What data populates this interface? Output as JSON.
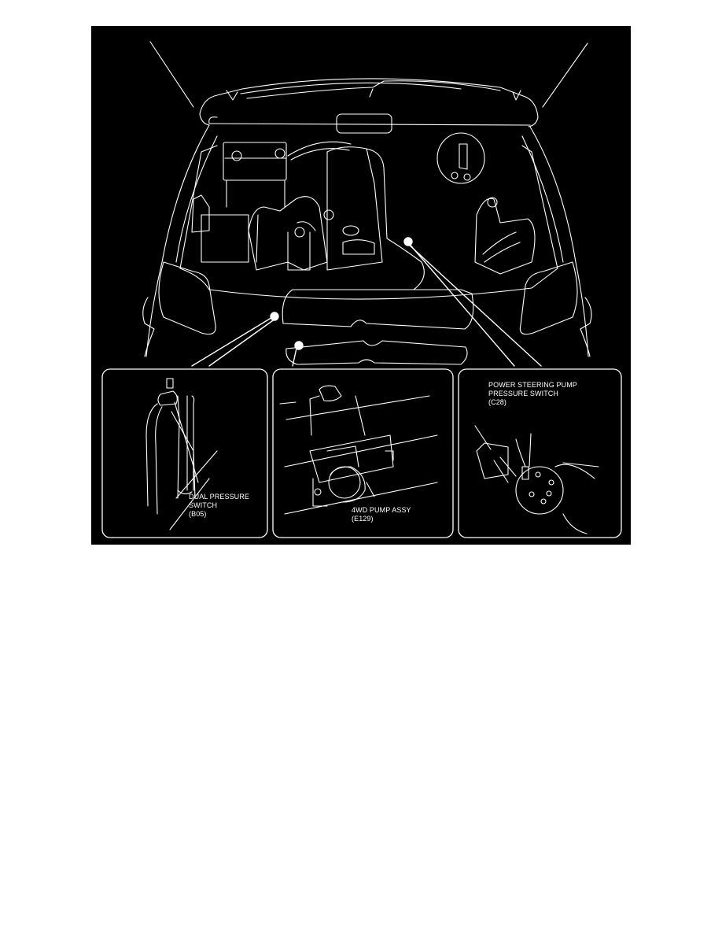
{
  "figure": {
    "description": "Engine compartment line drawing with three callout detail panels",
    "background_color": "#000000",
    "line_color": "#ffffff",
    "callouts": [
      {
        "id": "dual-pressure-switch",
        "lines": [
          "DUAL PRESSURE",
          "SWITCH",
          "(B05)"
        ],
        "name": "DUAL PRESSURE SWITCH",
        "code": "(B05)"
      },
      {
        "id": "4wd-pump-assy",
        "lines": [
          "4WD PUMP ASSY",
          "(E129)"
        ],
        "name": "4WD PUMP ASSY",
        "code": "(E129)"
      },
      {
        "id": "power-steering-pump-pressure-switch",
        "lines": [
          "POWER STEERING PUMP",
          "PRESSURE SWITCH",
          "(C28)"
        ],
        "name": "POWER STEERING PUMP PRESSURE SWITCH",
        "code": "(C28)"
      }
    ]
  },
  "labels": {
    "dual": "DUAL PRESSURE\nSWITCH\n(B05)",
    "pump": "4WD PUMP ASSY\n(E129)",
    "ps": "POWER STEERING PUMP\nPRESSURE SWITCH\n(C28)"
  }
}
